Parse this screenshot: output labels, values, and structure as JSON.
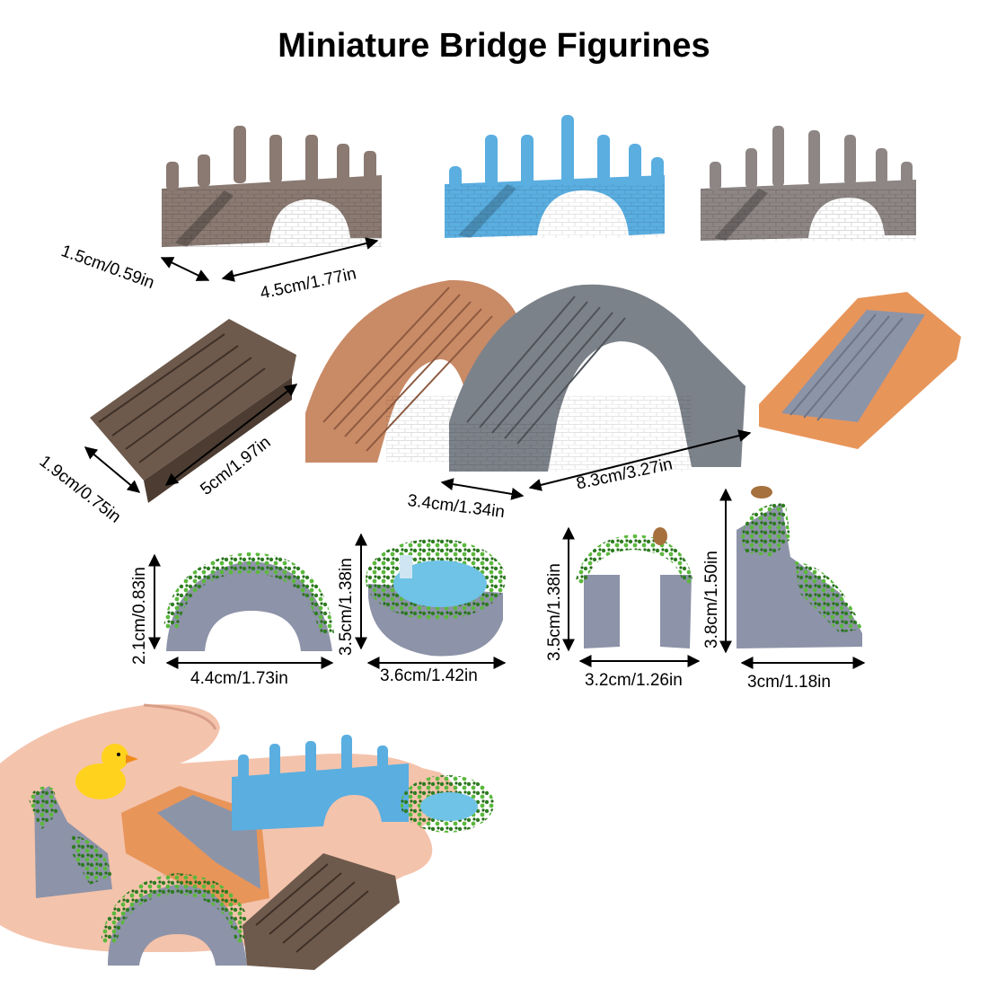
{
  "title": "Miniature Bridge Figurines",
  "colors": {
    "brown": "#8a7a72",
    "blue": "#5aaee0",
    "gray": "#8d8684",
    "walnut": "#6e5a4c",
    "terracotta": "#c98a66",
    "slate": "#7c828a",
    "orange": "#e8955a",
    "moss": "#3f9a2e",
    "stone": "#8d93a8",
    "pond": "#6fc3e6",
    "skin": "#f4c3ac",
    "duck": "#ffd21e"
  },
  "dimensions": {
    "d1": "1.5cm/0.59in",
    "d2": "4.5cm/1.77in",
    "d3": "1.9cm/0.75in",
    "d4": "5cm/1.97in",
    "d5": "3.4cm/1.34in",
    "d6": "8.3cm/3.27in",
    "d7": "2.1cm/0.83in",
    "d8": "4.4cm/1.73in",
    "d9": "3.5cm/1.38in",
    "d10": "3.6cm/1.42in",
    "d11": "3.5cm/1.38in",
    "d12": "3.2cm/1.26in",
    "d13": "3.8cm/1.50in",
    "d14": "3cm/1.18in"
  }
}
